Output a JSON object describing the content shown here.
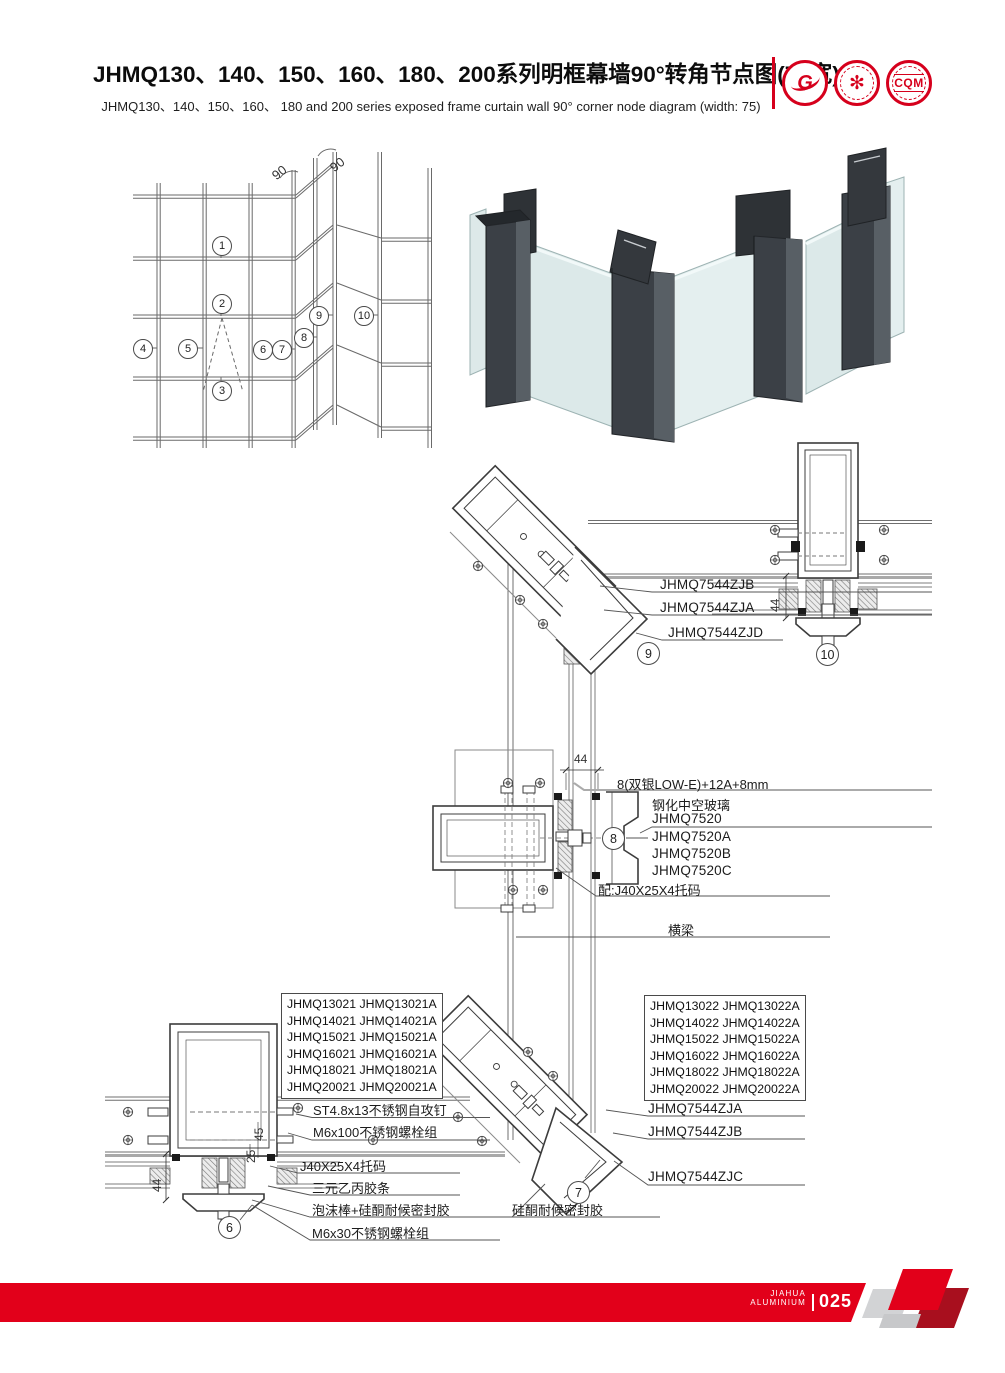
{
  "header": {
    "title": "JHMQ130、140、150、160、180、200系列明框幕墙90°转角节点图(75宽)",
    "subtitle": "JHMQ130、140、150、160、 180 and 200 series exposed frame curtain wall 90°  corner node diagram (width: 75)",
    "logo_g": "G",
    "logo_cqm": "CQM"
  },
  "elevation": {
    "callouts": [
      "1",
      "2",
      "3",
      "4",
      "5",
      "6",
      "7",
      "8",
      "9",
      "10"
    ],
    "angles": [
      "90",
      "90"
    ]
  },
  "top_detail": {
    "labels": [
      "JHMQ7544ZJB",
      "JHMQ7544ZJA",
      "JHMQ7544ZJD"
    ],
    "callout_9": "9",
    "callout_10": "10",
    "dim": "44"
  },
  "mid_detail": {
    "dim": "44",
    "glass_spec": "8(双银LOW-E)+12A+8mm",
    "glass_type": "钢化中空玻璃",
    "profiles": [
      "JHMQ7520",
      "JHMQ7520A",
      "JHMQ7520B",
      "JHMQ7520C"
    ],
    "callout_8": "8",
    "bracket": "配:J40X25X4托码",
    "beam": "横梁"
  },
  "bottom_detail": {
    "left_parts": [
      "JHMQ13021 JHMQ13021A",
      "JHMQ14021 JHMQ14021A",
      "JHMQ15021 JHMQ15021A",
      "JHMQ16021 JHMQ16021A",
      "JHMQ18021 JHMQ18021A",
      "JHMQ20021 JHMQ20021A"
    ],
    "right_parts": [
      "JHMQ13022 JHMQ13022A",
      "JHMQ14022 JHMQ14022A",
      "JHMQ15022 JHMQ15022A",
      "JHMQ16022 JHMQ16022A",
      "JHMQ18022 JHMQ18022A",
      "JHMQ20022 JHMQ20022A"
    ],
    "left_labels": [
      "ST4.8x13不锈钢自攻钉",
      "M6x100不锈钢螺栓组",
      "J40X25X4托码",
      "三元乙丙胶条",
      "泡沫棒+硅酮耐候密封胶",
      "M6x30不锈钢螺栓组"
    ],
    "right_labels": [
      "JHMQ7544ZJA",
      "JHMQ7544ZJB",
      "JHMQ7544ZJC"
    ],
    "silicone": "硅酮耐候密封胶",
    "callout_6": "6",
    "callout_7": "7",
    "dim_44": "44",
    "dim_25": "25",
    "dim_45": "45"
  },
  "footer": {
    "brand_top": "JIAHUA",
    "brand_bottom": "ALUMINIUM",
    "page": "025"
  },
  "colors": {
    "red": "#e2001a",
    "dark_red": "#a80f1e",
    "gray": "#d2d3d5",
    "gray2": "#c7c8ca"
  }
}
